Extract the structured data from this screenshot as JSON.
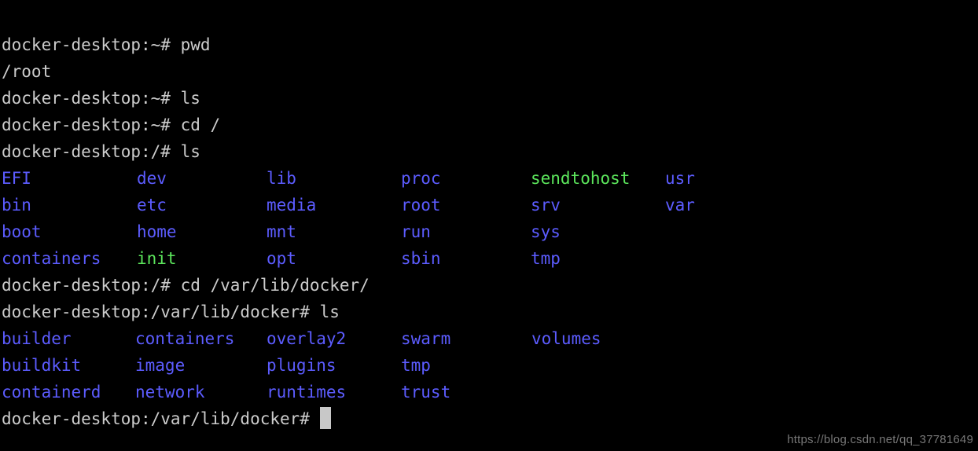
{
  "terminal": {
    "background": "#000000",
    "text_color": "#cccccc",
    "dir_color": "#5c5cff",
    "exec_color": "#5ce65c",
    "cursor_color": "#c8c8c8",
    "char_width": 14.05,
    "line_height": 34
  },
  "lines": [
    {
      "type": "prompt",
      "text": "docker-desktop:~# pwd"
    },
    {
      "type": "output",
      "text": "/root"
    },
    {
      "type": "prompt",
      "text": "docker-desktop:~# ls"
    },
    {
      "type": "prompt",
      "text": "docker-desktop:~# cd /"
    },
    {
      "type": "prompt",
      "text": "docker-desktop:/# ls"
    }
  ],
  "ls_root": {
    "columns_x": [
      0,
      172,
      337,
      508,
      673,
      844
    ],
    "rows": [
      [
        {
          "name": "EFI",
          "kind": "dir"
        },
        {
          "name": "dev",
          "kind": "dir"
        },
        {
          "name": "lib",
          "kind": "dir"
        },
        {
          "name": "proc",
          "kind": "dir"
        },
        {
          "name": "sendtohost",
          "kind": "exec"
        },
        {
          "name": "usr",
          "kind": "dir"
        }
      ],
      [
        {
          "name": "bin",
          "kind": "dir"
        },
        {
          "name": "etc",
          "kind": "dir"
        },
        {
          "name": "media",
          "kind": "dir"
        },
        {
          "name": "root",
          "kind": "dir"
        },
        {
          "name": "srv",
          "kind": "dir"
        },
        {
          "name": "var",
          "kind": "dir"
        }
      ],
      [
        {
          "name": "boot",
          "kind": "dir"
        },
        {
          "name": "home",
          "kind": "dir"
        },
        {
          "name": "mnt",
          "kind": "dir"
        },
        {
          "name": "run",
          "kind": "dir"
        },
        {
          "name": "sys",
          "kind": "dir"
        }
      ],
      [
        {
          "name": "containers",
          "kind": "dir"
        },
        {
          "name": "init",
          "kind": "exec"
        },
        {
          "name": "opt",
          "kind": "dir"
        },
        {
          "name": "sbin",
          "kind": "dir"
        },
        {
          "name": "tmp",
          "kind": "dir"
        }
      ]
    ]
  },
  "lines2": [
    {
      "type": "prompt",
      "text": "docker-desktop:/# cd /var/lib/docker/"
    },
    {
      "type": "prompt",
      "text": "docker-desktop:/var/lib/docker# ls"
    }
  ],
  "ls_docker": {
    "columns_x": [
      0,
      170,
      337,
      508,
      674
    ],
    "rows": [
      [
        {
          "name": "builder",
          "kind": "dir"
        },
        {
          "name": "containers",
          "kind": "dir"
        },
        {
          "name": "overlay2",
          "kind": "dir"
        },
        {
          "name": "swarm",
          "kind": "dir"
        },
        {
          "name": "volumes",
          "kind": "dir"
        }
      ],
      [
        {
          "name": "buildkit",
          "kind": "dir"
        },
        {
          "name": "image",
          "kind": "dir"
        },
        {
          "name": "plugins",
          "kind": "dir"
        },
        {
          "name": "tmp",
          "kind": "dir"
        }
      ],
      [
        {
          "name": "containerd",
          "kind": "dir"
        },
        {
          "name": "network",
          "kind": "dir"
        },
        {
          "name": "runtimes",
          "kind": "dir"
        },
        {
          "name": "trust",
          "kind": "dir"
        }
      ]
    ]
  },
  "final_prompt": {
    "text": "docker-desktop:/var/lib/docker# ",
    "cursor": "block"
  },
  "watermark": {
    "text": "https://blog.csdn.net/qq_37781649"
  }
}
